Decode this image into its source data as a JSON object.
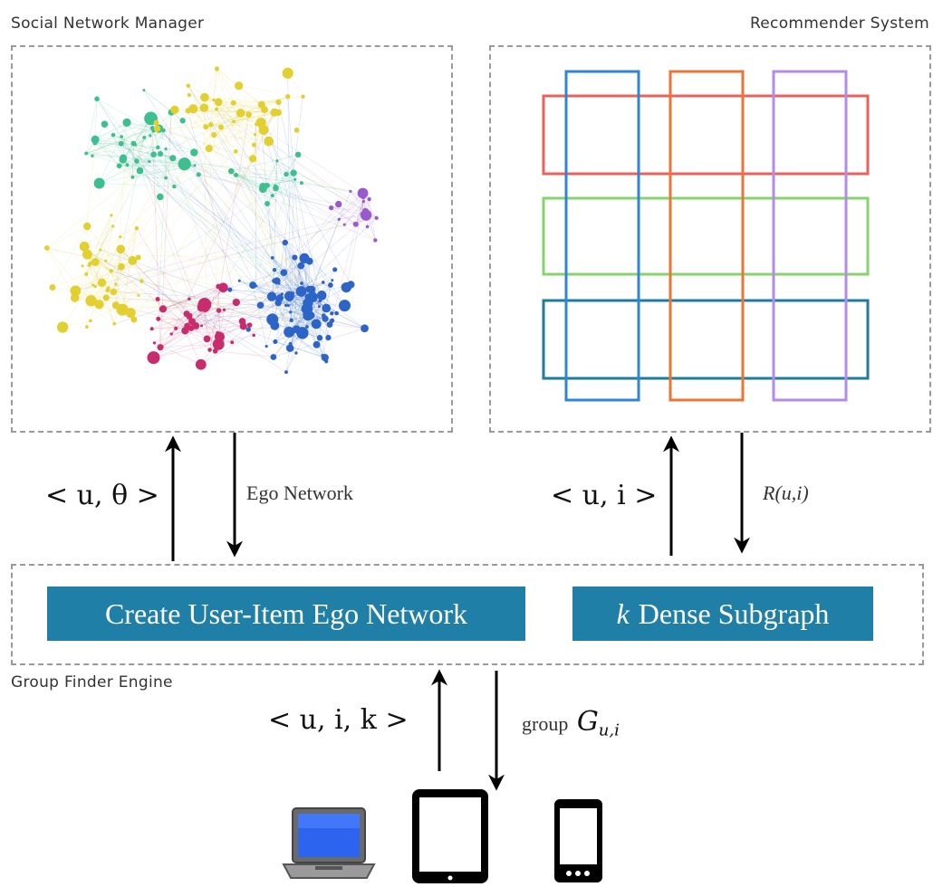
{
  "labels": {
    "social_network_manager": "Social Network Manager",
    "recommender_system": "Recommender System",
    "group_finder_engine": "Group Finder Engine"
  },
  "buttons": {
    "create_ego_network": "Create User-Item Ego Network",
    "k_dense_prefix": "k",
    "k_dense_rest": "Dense Subgraph"
  },
  "edges": {
    "u_theta": "< u, θ >",
    "ego_network": "Ego Network",
    "u_i": "< u, i >",
    "r_ui": "R(u,i)",
    "u_i_k": "< u, i, k >",
    "group_word": "group",
    "group_symbol": "G",
    "group_subscript": "u,i"
  },
  "colors": {
    "button_fill": "#1f7fa6",
    "bicluster_row1": "#e8625a",
    "bicluster_row2": "#86d46c",
    "bicluster_row3": "#1e7d9c",
    "bicluster_col1": "#2d86d9",
    "bicluster_col2": "#ec7535",
    "bicluster_col3": "#b48be6",
    "cluster_green": "#3dbf8f",
    "cluster_yellow": "#e3cf2f",
    "cluster_pink": "#c92c6c",
    "cluster_blue": "#2d64c8",
    "cluster_purple": "#9b59d0"
  },
  "icons": [
    "laptop-icon",
    "tablet-icon",
    "smartphone-icon"
  ]
}
